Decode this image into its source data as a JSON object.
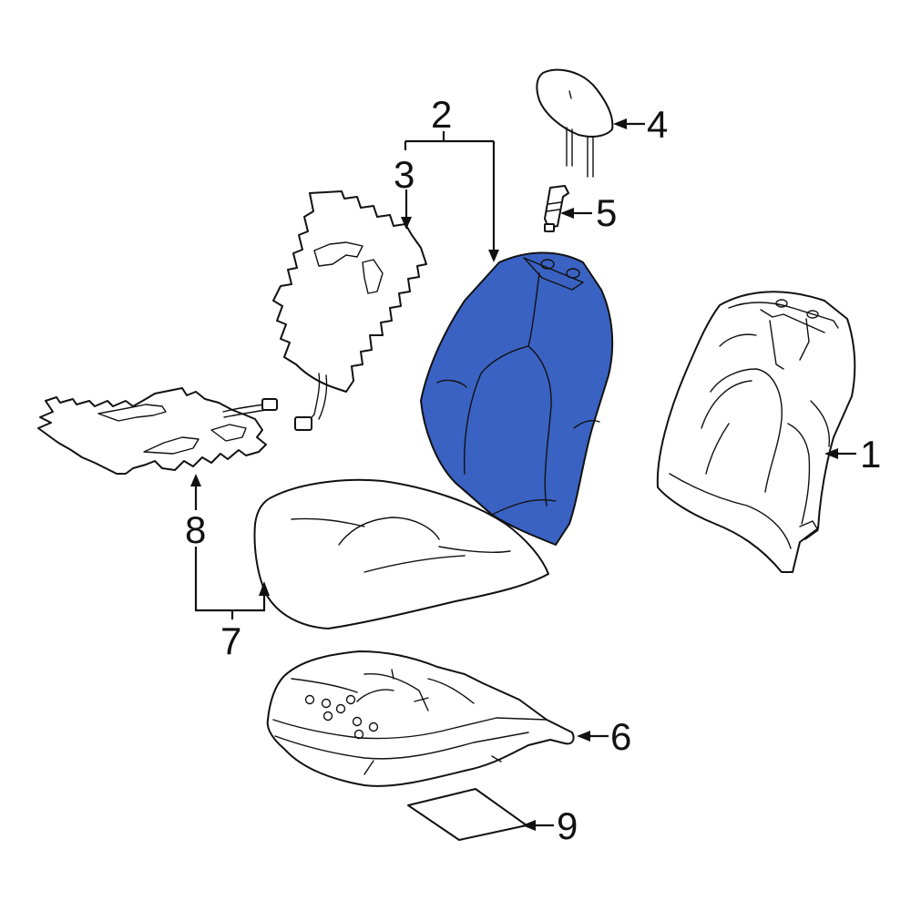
{
  "highlight_color": "#3a62c2",
  "callouts": {
    "c1": "1",
    "c2": "2",
    "c3": "3",
    "c4": "4",
    "c5": "5",
    "c6": "6",
    "c7": "7",
    "c8": "8",
    "c9": "9"
  },
  "parts": [
    {
      "callout": "1",
      "icon": "seat-back-cover-icon"
    },
    {
      "callout": "2",
      "icon": "seat-back-pad-icon",
      "highlighted": true
    },
    {
      "callout": "3",
      "icon": "seat-back-heater-element-icon"
    },
    {
      "callout": "4",
      "icon": "headrest-icon"
    },
    {
      "callout": "5",
      "icon": "headrest-guide-icon"
    },
    {
      "callout": "6",
      "icon": "seat-cushion-cover-icon"
    },
    {
      "callout": "7",
      "icon": "seat-cushion-pad-icon"
    },
    {
      "callout": "8",
      "icon": "seat-cushion-heater-element-icon"
    },
    {
      "callout": "9",
      "icon": "pad-icon"
    }
  ]
}
